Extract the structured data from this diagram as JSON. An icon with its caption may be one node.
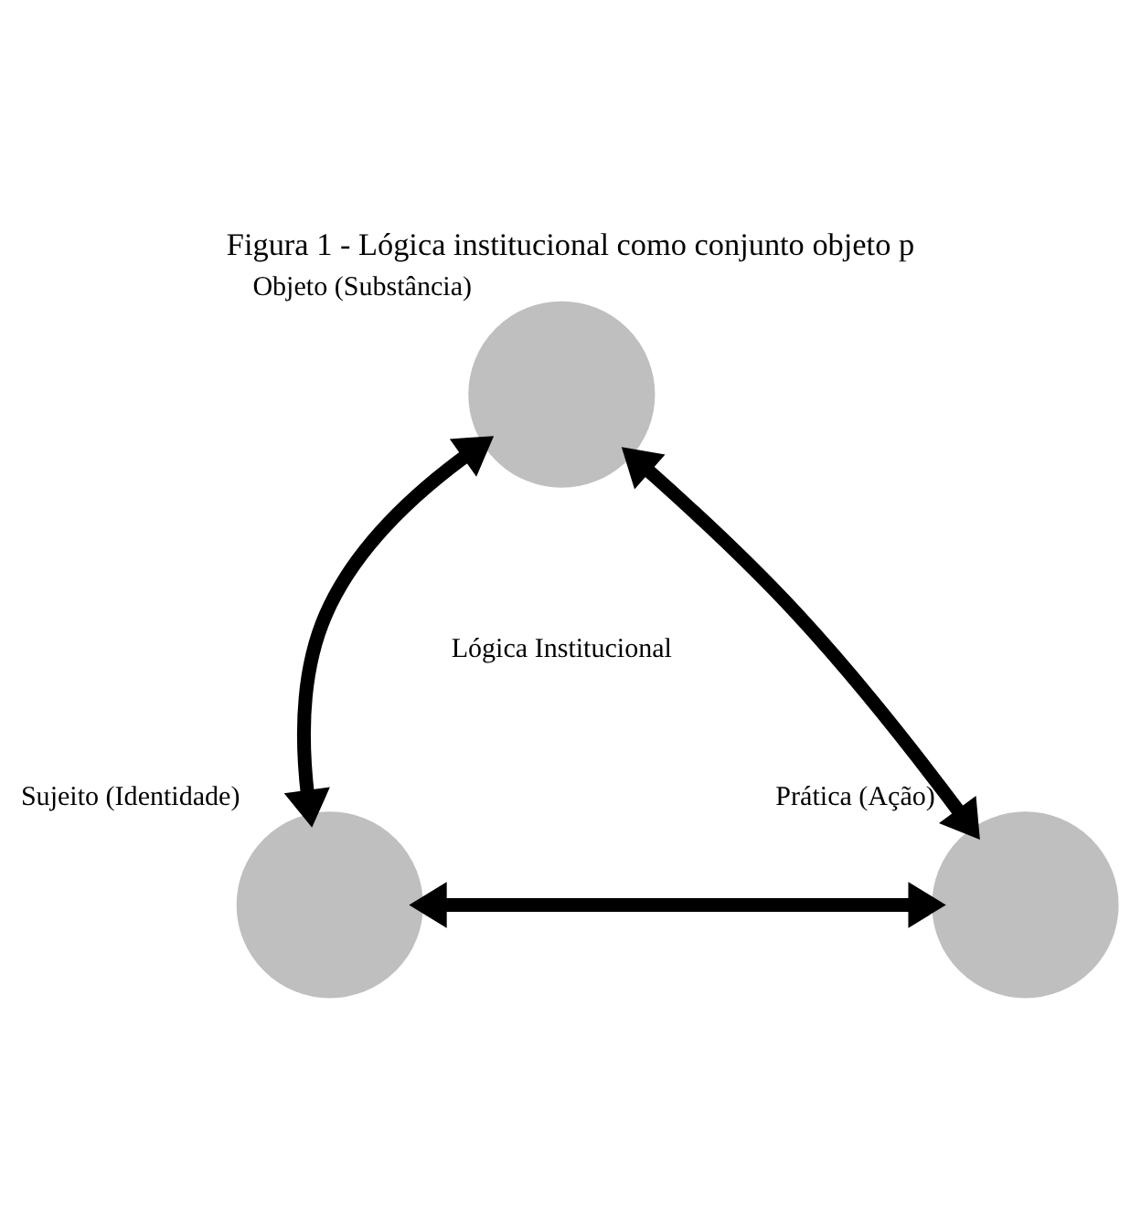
{
  "diagram": {
    "title": "Figura 1 - Lógica institucional como conjunto objeto p",
    "nodes": [
      {
        "text": [
          "Objeto (Substância)"
        ]
      },
      {
        "text": [
          "Sujeito (Identidade)"
        ]
      },
      {
        "text": [
          "Prática (Ação)"
        ]
      }
    ],
    "edges": [
      {
        "from": 0,
        "to": 1,
        "arrow": "both"
      },
      {
        "from": 0,
        "to": 2,
        "arrow": "both"
      },
      {
        "from": 1,
        "to": 2,
        "arrow": "both"
      }
    ],
    "labels": [
      "Lógica Institucional"
    ]
  }
}
